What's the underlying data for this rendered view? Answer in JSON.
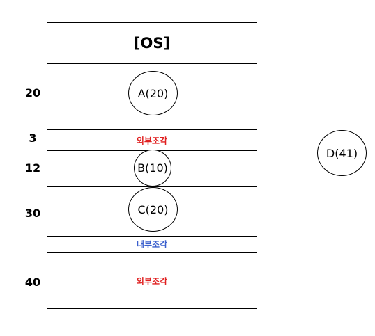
{
  "os": {
    "label": "[OS]"
  },
  "sizes": {
    "a": "20",
    "gap_top": "3",
    "b": "12",
    "c": "30",
    "gap_bottom": "40"
  },
  "processes": {
    "a": "A(20)",
    "b": "B(10)",
    "c": "C(20)",
    "d": "D(41)"
  },
  "fragments": {
    "external_top": "외부조각",
    "internal": "내부조각",
    "external_bottom": "외부조각"
  },
  "colors": {
    "external_fragment": "#e02020",
    "internal_fragment": "#3a5fcd"
  }
}
